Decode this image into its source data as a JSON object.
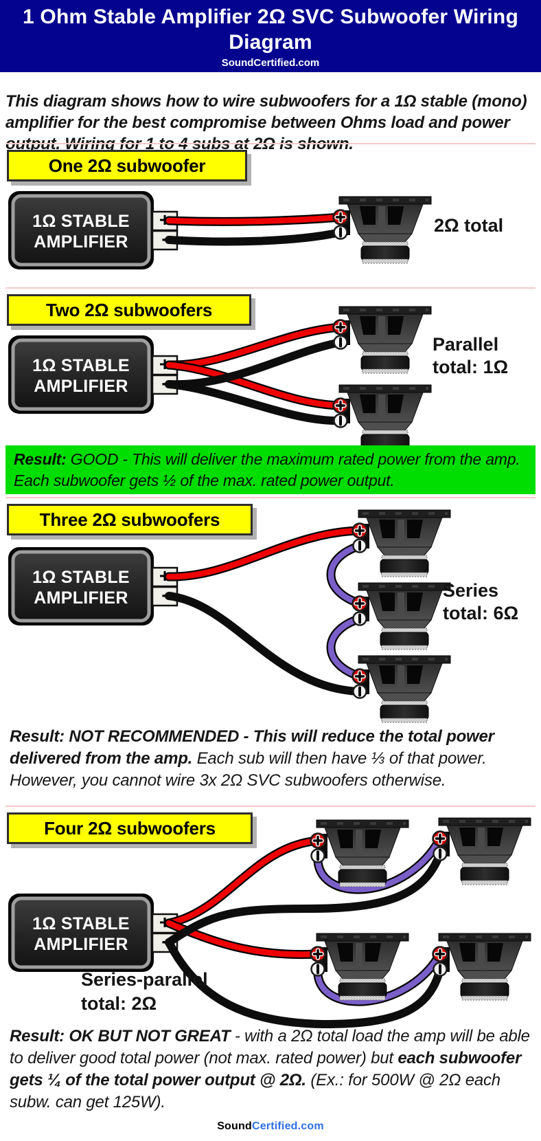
{
  "header": {
    "title": "1 Ohm Stable Amplifier 2Ω SVC Subwoofer Wiring Diagram",
    "site": "SoundCertified.com"
  },
  "intro": "This diagram shows how to wire subwoofers for a 1Ω stable (mono) amplifier for the best compromise between Ohms load and power output. Wiring for 1 to 4 subs at 2Ω is shown.",
  "amp": {
    "line1": "1Ω STABLE",
    "line2": "AMPLIFIER",
    "plus": "+",
    "minus": "-"
  },
  "sections": [
    {
      "banner": "One 2Ω subwoofer",
      "subwoofers": 1,
      "wiring": "single",
      "label_lines": [
        "2Ω total"
      ]
    },
    {
      "banner": "Two 2Ω subwoofers",
      "subwoofers": 2,
      "wiring": "parallel",
      "label_lines": [
        "Parallel",
        "total: 1Ω"
      ]
    },
    {
      "banner": "Three 2Ω subwoofers",
      "subwoofers": 3,
      "wiring": "series",
      "label_lines": [
        "Series",
        "total: 6Ω"
      ]
    },
    {
      "banner": "Four 2Ω subwoofers",
      "subwoofers": 4,
      "wiring": "series-parallel",
      "label_lines": [
        "Series-parallel",
        "total: 2Ω"
      ]
    }
  ],
  "results": {
    "good": {
      "prefix": "Result:",
      "rest": " GOOD - This will deliver the maximum rated power from the amp. Each subwoofer gets ½ of the max. rated power output."
    },
    "not_recommended": {
      "bold": "Result: NOT RECOMMENDED - This will reduce the total power delivered from the amp.",
      "rest": " Each sub will then have ⅓ of that power. However, you cannot wire 3x 2Ω SVC subwoofers otherwise."
    },
    "ok": {
      "bold1": "Result: OK BUT NOT GREAT",
      "normal1": " - with a 2Ω total load the amp will be able to deliver good total power (not max. rated power) but ",
      "bold2": "each subwoofer gets ¼ of the total power output @ 2Ω.",
      "normal2": " (Ex.: for 500W @ 2Ω each subw. can get 125W)."
    }
  },
  "footer": {
    "sound": "Sound",
    "certified": "Certified.com"
  },
  "colors": {
    "header_bg": "#03038f",
    "banner_bg": "#ffff00",
    "divider": "#f5c9c9",
    "result_good_bg": "#00dd00",
    "positive_wire": "#ee0000",
    "negative_wire": "#0d0d0d",
    "series_wire": "#7b5fc8",
    "footer_blue": "#2f6fe4"
  }
}
